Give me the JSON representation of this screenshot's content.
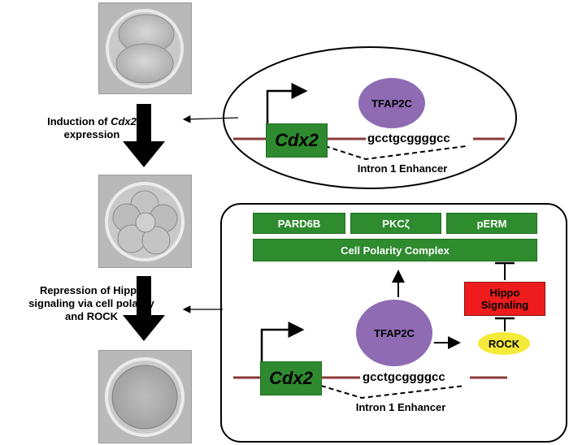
{
  "steps": {
    "step1": {
      "line1": "Induction of ",
      "gene": "Cdx2",
      "line2": "expression"
    },
    "step2": {
      "line1": "Repression of Hippo",
      "line2": "signaling via cell polarity",
      "line3": "and ROCK"
    }
  },
  "panel1": {
    "tf": "TFAP2C",
    "gene": "Cdx2",
    "sequence": "gcctgcggggcc",
    "enhancer": "Intron 1 Enhancer"
  },
  "panel2": {
    "proteins": [
      "PARD6B",
      "PKCζ",
      "pERM"
    ],
    "complex": "Cell Polarity Complex",
    "hippo_line1": "Hippo",
    "hippo_line2": "Signaling",
    "rock": "ROCK",
    "tf": "TFAP2C",
    "gene": "Cdx2",
    "sequence": "gcctgcggggcc",
    "enhancer": "Intron 1 Enhancer"
  },
  "colors": {
    "green": "#2e8b2e",
    "purple": "#8e6bb3",
    "red": "#ee1c1c",
    "yellow": "#f3ea3a",
    "dna_line": "#8b3a3a"
  }
}
